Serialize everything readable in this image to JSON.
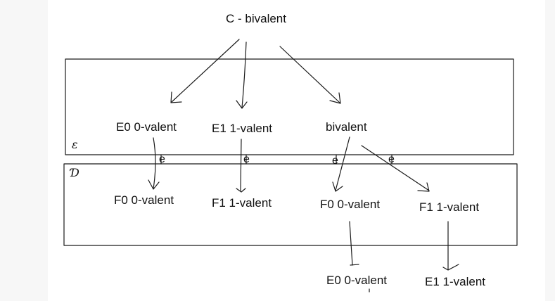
{
  "root": {
    "label": "C  - bivalent"
  },
  "box_e": {
    "label": "ε",
    "nodes": [
      "E0 0-valent",
      "E1 1-valent",
      "bivalent"
    ]
  },
  "box_d": {
    "label": "Ɗ",
    "nodes": [
      "F0 0-valent",
      "F1 1-valent",
      "F0 0-valent",
      "F1 1-valent"
    ]
  },
  "bottom": {
    "nodes": [
      "E0 0-valent",
      "E1 1-valent"
    ]
  },
  "edge_label": "e",
  "edge_labels": [
    "e",
    "e",
    "e",
    "e"
  ]
}
